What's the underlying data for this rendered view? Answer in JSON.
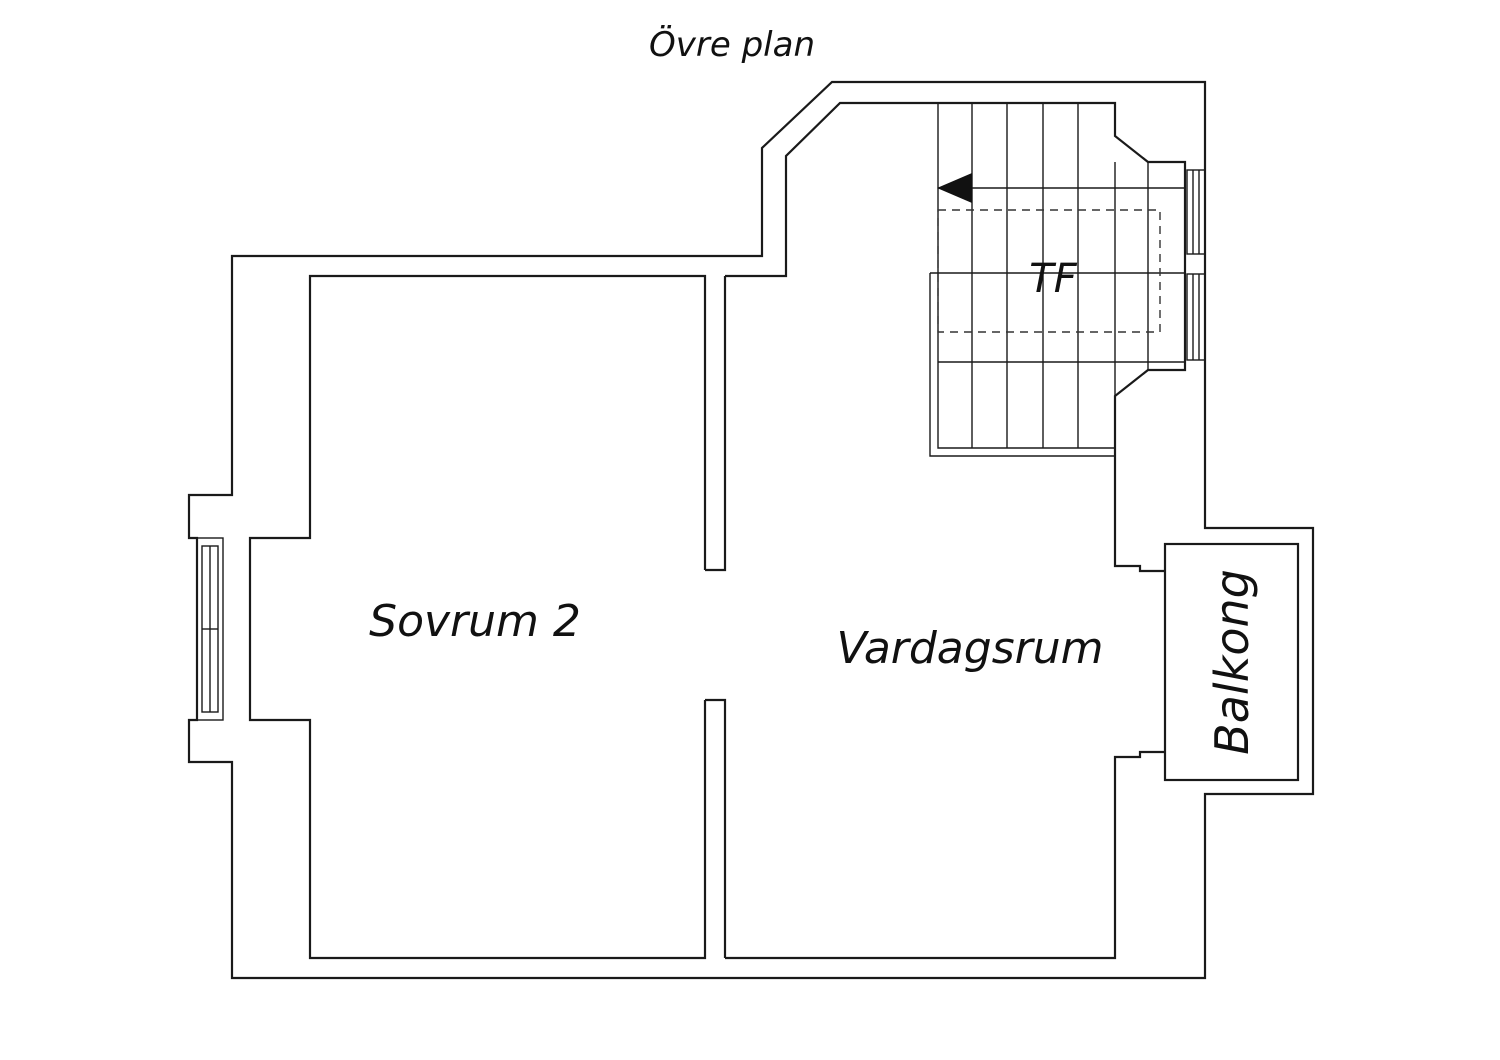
{
  "plan": {
    "title": "Övre plan",
    "rooms": {
      "bedroom": "Sovrum 2",
      "living_room": "Vardagsrum",
      "balcony": "Balkong",
      "closet": "TF"
    },
    "colors": {
      "line": "#1a1a1a",
      "background": "#ffffff"
    }
  }
}
